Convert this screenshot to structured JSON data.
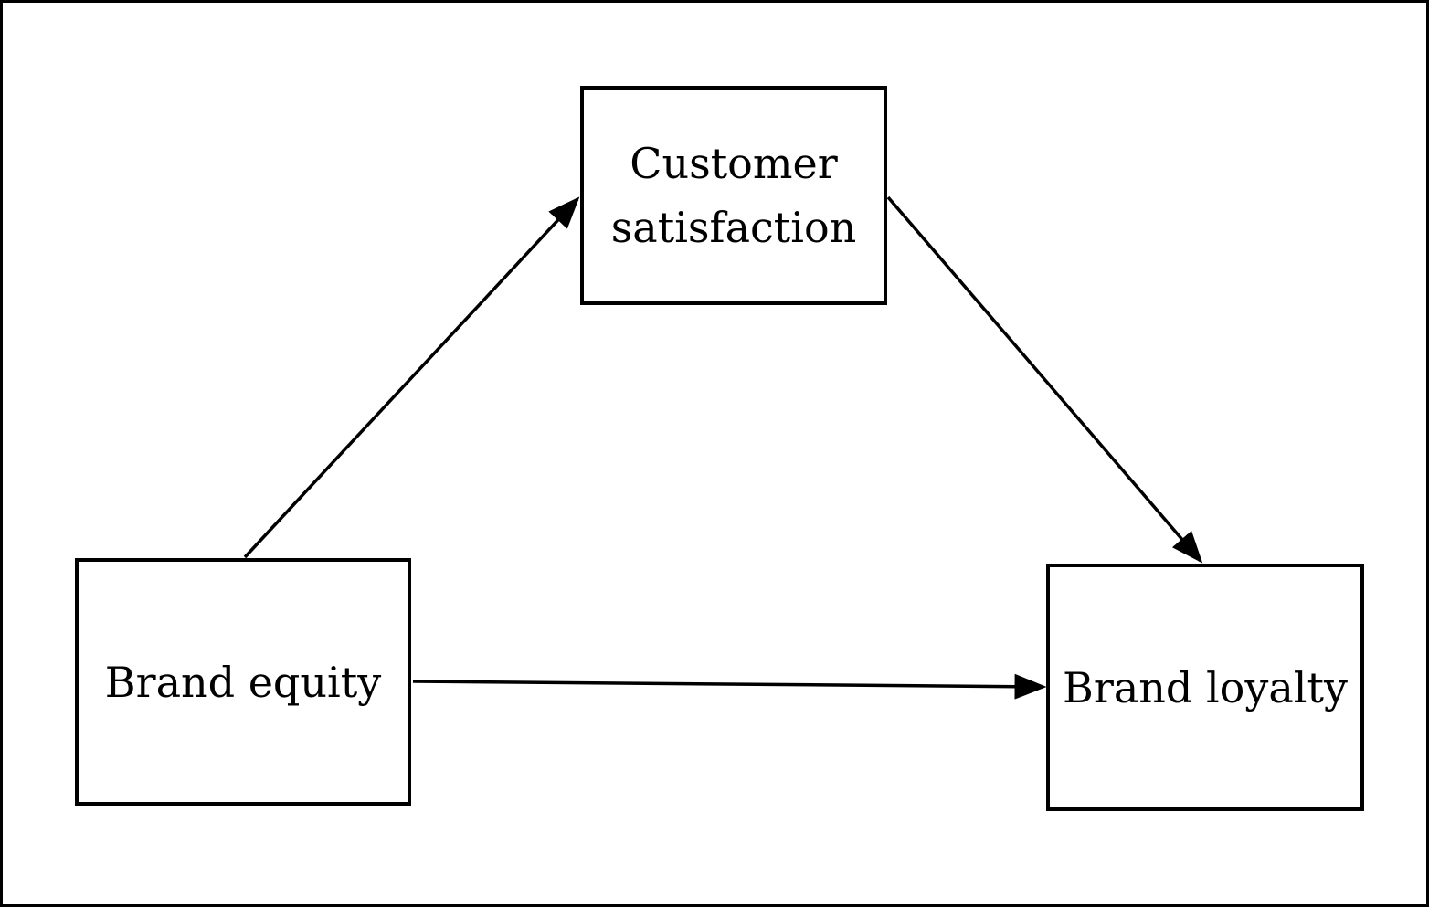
{
  "diagram": {
    "nodes": {
      "customer_satisfaction": {
        "line1": "Customer",
        "line2": "satisfaction"
      },
      "brand_equity": {
        "label": "Brand equity"
      },
      "brand_loyalty": {
        "label": "Brand loyalty"
      }
    },
    "edges": [
      {
        "from": "Brand equity",
        "to": "Customer satisfaction"
      },
      {
        "from": "Customer satisfaction",
        "to": "Brand loyalty"
      },
      {
        "from": "Brand equity",
        "to": "Brand loyalty"
      }
    ],
    "colors": {
      "stroke": "#000000",
      "background": "#ffffff"
    }
  }
}
